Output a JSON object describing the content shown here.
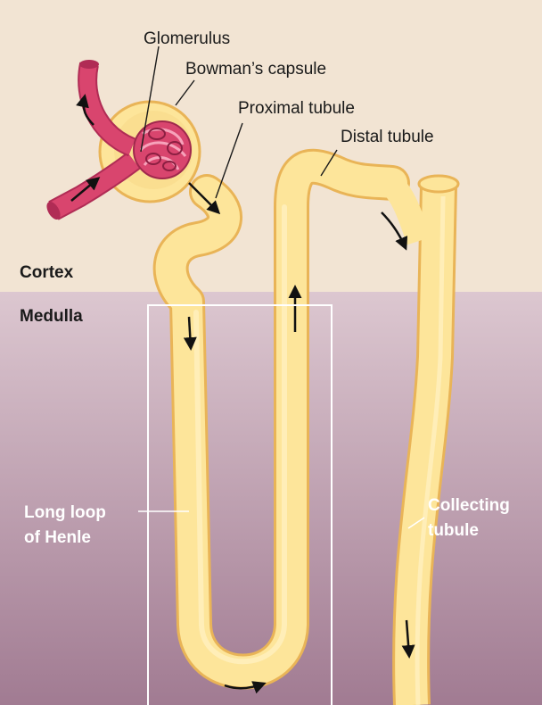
{
  "labels": {
    "glomerulus": "Glomerulus",
    "bowmans_capsule": "Bowman’s capsule",
    "proximal_tubule": "Proximal tubule",
    "distal_tubule": "Distal tubule",
    "cortex": "Cortex",
    "medulla": "Medulla",
    "loop_henle_line1": "Long loop",
    "loop_henle_line2": "of Henle",
    "collecting_line1": "Collecting",
    "collecting_line2": "tubule"
  },
  "colors": {
    "cortex_bg": "#f2e4d3",
    "medulla_top": "#d9c3cd",
    "medulla_bottom": "#9f7891",
    "tubule_fill": "#fde59a",
    "tubule_edge": "#e9b457",
    "vessel": "#d9456e",
    "vessel_dark": "#b02c55"
  }
}
